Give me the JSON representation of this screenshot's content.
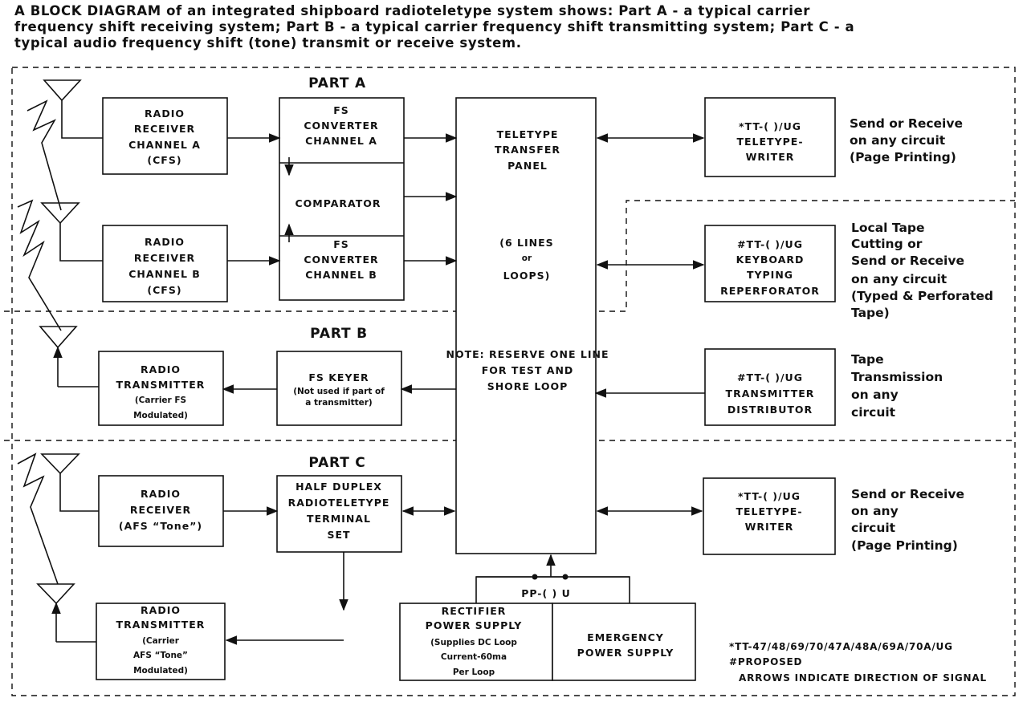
{
  "caption": [
    "A BLOCK DIAGRAM of an integrated shipboard radioteletype system shows:  Part A - a typical carrier",
    "frequency shift receiving system; Part B - a typical carrier frequency shift transmitting system; Part C - a",
    "typical audio frequency shift (tone) transmit or receive system."
  ],
  "parts": {
    "a": "PART A",
    "b": "PART B",
    "c": "PART C"
  },
  "blocks": {
    "rx_a": [
      "RADIO",
      "RECEIVER",
      "CHANNEL A",
      "(CFS)"
    ],
    "fs_conv_a": [
      "FS",
      "CONVERTER",
      "CHANNEL A"
    ],
    "comparator": [
      "COMPARATOR"
    ],
    "rx_b": [
      "RADIO",
      "RECEIVER",
      "CHANNEL B",
      "(CFS)"
    ],
    "fs_conv_b": [
      "FS",
      "CONVERTER",
      "CHANNEL B"
    ],
    "transfer_panel": [
      "TELETYPE",
      "TRANSFER",
      "PANEL"
    ],
    "lines": [
      "(6 LINES",
      "or",
      "LOOPS)"
    ],
    "note": [
      "NOTE: RESERVE ONE LINE",
      "FOR TEST AND",
      "SHORE LOOP"
    ],
    "tx_b": [
      "RADIO",
      "TRANSMITTER",
      "(Carrier FS",
      "Modulated)"
    ],
    "fs_keyer": [
      "FS KEYER",
      "(Not used if part of",
      "a transmitter)"
    ],
    "rx_c": [
      "RADIO",
      "RECEIVER",
      "(AFS “Tone”)"
    ],
    "half_duplex": [
      "HALF DUPLEX",
      "RADIOTELETYPE",
      "TERMINAL",
      "SET"
    ],
    "tx_c": [
      "RADIO",
      "TRANSMITTER",
      "(Carrier",
      "AFS “Tone”",
      "Modulated)"
    ],
    "tw1": [
      "*TT-( )/UG",
      "TELETYPE-",
      "WRITER"
    ],
    "kb": [
      "#TT-( )/UG",
      "KEYBOARD",
      "TYPING",
      "REPERFORATOR"
    ],
    "dist": [
      "#TT-( )/UG",
      "TRANSMITTER",
      "DISTRIBUTOR"
    ],
    "tw2": [
      "*TT-( )/UG",
      "TELETYPE-",
      "WRITER"
    ],
    "pp": [
      "PP-( ) U"
    ],
    "rectifier": [
      "RECTIFIER",
      "POWER SUPPLY",
      "(Supplies DC Loop",
      "Current-60ma",
      "Per Loop"
    ],
    "emergency": [
      "EMERGENCY",
      "POWER SUPPLY"
    ]
  },
  "side_notes": {
    "s1": [
      "Send or Receive",
      "on any circuit",
      "(Page Printing)"
    ],
    "s2": [
      "Local Tape",
      "Cutting or",
      "Send or Receive",
      "on any circuit",
      "(Typed & Perforated",
      "Tape)"
    ],
    "s3": [
      "Tape",
      "Transmission",
      "on any",
      "circuit"
    ],
    "s4": [
      "Send or Receive",
      "on any",
      "circuit",
      "(Page Printing)"
    ]
  },
  "footnotes": [
    "*TT-47/48/69/70/47A/48A/69A/70A/UG",
    "#PROPOSED",
    "ARROWS INDICATE DIRECTION OF SIGNAL"
  ]
}
